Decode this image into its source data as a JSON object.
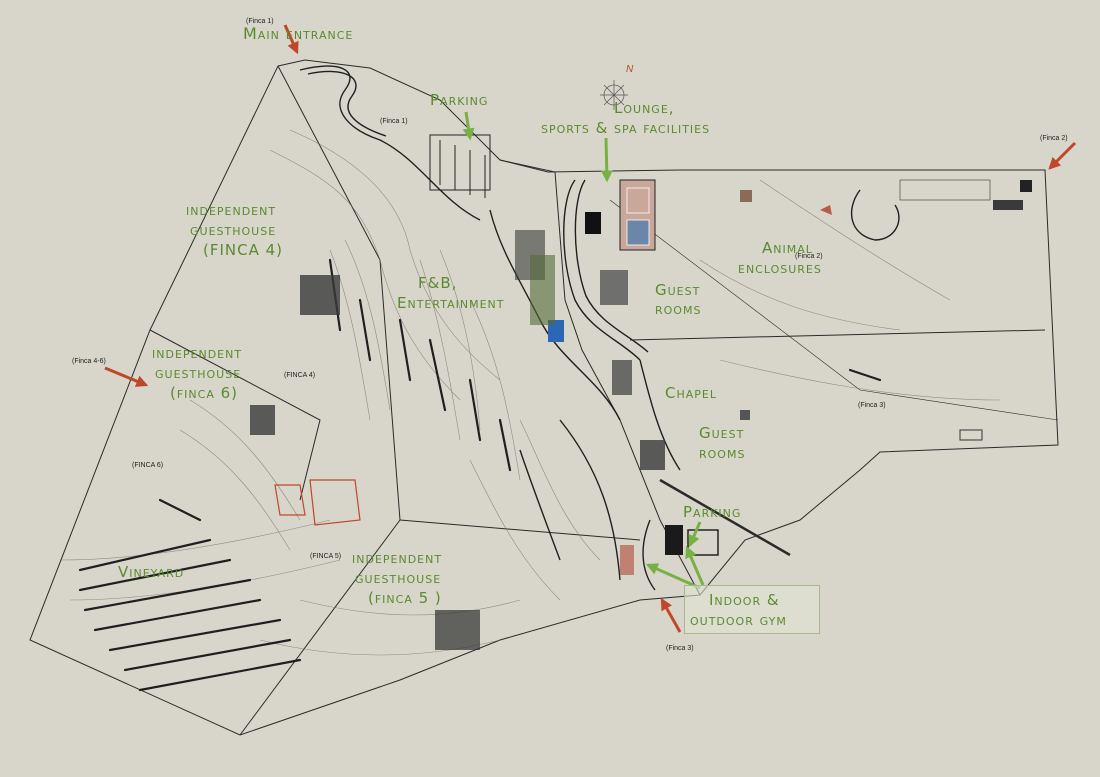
{
  "map": {
    "labels": {
      "main_entrance": "Main entrance",
      "parking_top": "Parking",
      "lounge_line1": "Lounge,",
      "lounge_line2": "sports & spa facilities",
      "guesthouse_finca4_line1": "independent",
      "guesthouse_finca4_line2": "guesthouse",
      "guesthouse_finca4_line3": "(FINCA 4)",
      "fb_line1": "F&B,",
      "fb_line2": "Entertainment",
      "guest_rooms_1_line1": "Guest",
      "guest_rooms_1_line2": "rooms",
      "animal_line1": "Animal",
      "animal_line2": "enclosures",
      "guesthouse_finca6_line1": "independent",
      "guesthouse_finca6_line2": "guesthouse",
      "guesthouse_finca6_line3": "(finca 6)",
      "chapel": "Chapel",
      "guest_rooms_2_line1": "Guest",
      "guest_rooms_2_line2": "rooms",
      "parking_bottom": "Parking",
      "vineyard": "Vineyard",
      "guesthouse_finca5_line1": "independent",
      "guesthouse_finca5_line2": "guesthouse",
      "guesthouse_finca5_line3": "(finca 5 )",
      "gym_line1": "Indoor &",
      "gym_line2": "outdoor gym"
    },
    "small_labels": {
      "finca1_top": "(Finca 1)",
      "finca1_mid": "(Finca 1)",
      "finca2_edge": "(Finca 2)",
      "finca2_mid": "(Finca 2)",
      "finca46": "(Finca 4-6)",
      "finca4": "(FINCA 4)",
      "finca3_mid": "(Finca 3)",
      "finca6": "(FINCA 6)",
      "finca5": "(FINCA 5)",
      "finca3_bottom": "(Finca 3)"
    },
    "compass_letter": "N",
    "colors": {
      "background": "#d8d6cb",
      "label_green": "#5b8a2e",
      "arrow_green": "#79b043",
      "arrow_red": "#c0472b",
      "line": "#2a2a2a"
    }
  }
}
